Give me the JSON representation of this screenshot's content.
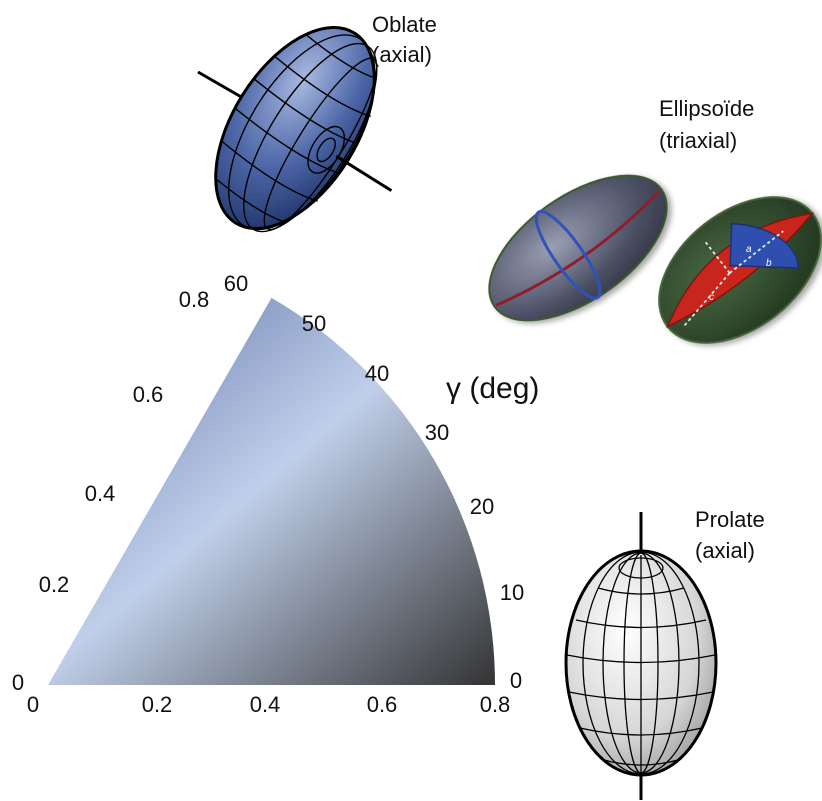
{
  "labels": {
    "oblate": [
      "Oblate",
      "(axial)"
    ],
    "ellipsoid": [
      "Ellipsoïde",
      "(triaxial)"
    ],
    "prolate": [
      "Prolate",
      "(axial)"
    ],
    "gamma_axis": "γ (deg)"
  },
  "axes": {
    "x_ticks": [
      "0",
      "0.2",
      "0.4",
      "0.6",
      "0.8"
    ],
    "radial_ticks": [
      "0",
      "0.2",
      "0.4",
      "0.6",
      "0.8"
    ],
    "gamma_ticks": [
      "0",
      "10",
      "20",
      "30",
      "40",
      "50",
      "60"
    ]
  },
  "figure_inset_letters": {
    "a": "a",
    "b": "b",
    "c": "c"
  },
  "colors": {
    "oblate": "#3b5599",
    "prolate": "#cfcfcf",
    "wedge_top": "#5f73a8",
    "wedge_mid": "#bccbe6",
    "wedge_bottom": "#3a3a3a",
    "triaxial_red": "#c0231c",
    "triaxial_blue": "#2c4fa8",
    "triaxial_green": "#2f4a2a"
  }
}
